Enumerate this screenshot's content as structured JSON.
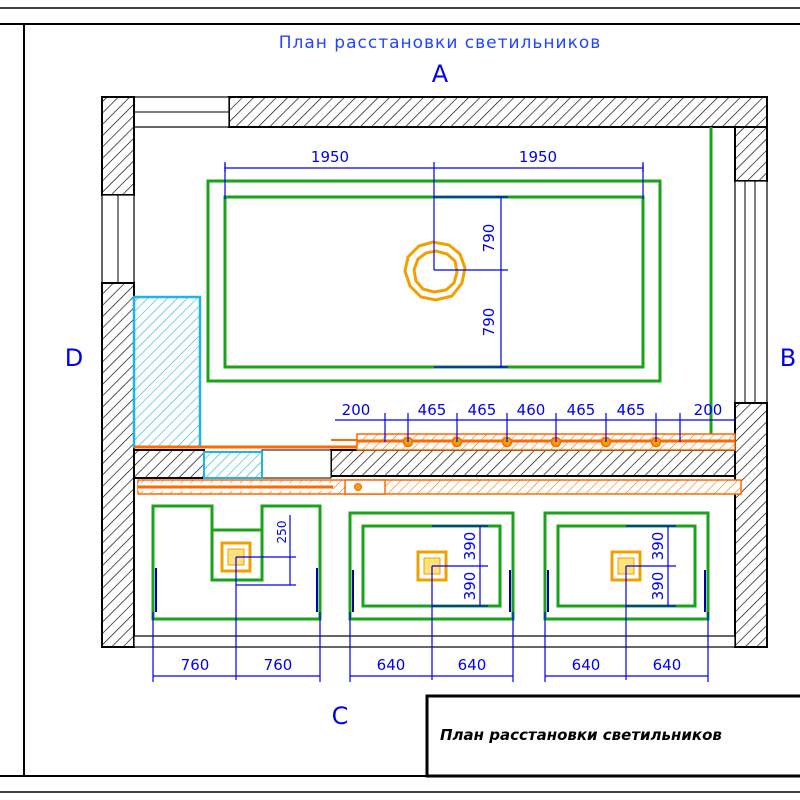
{
  "title": "План расстановки светильников",
  "stamp_text": "План расстановки светильников",
  "side_labels": {
    "a": "A",
    "b": "B",
    "c": "C",
    "d": "D"
  },
  "dimensions": {
    "top_left": "1950",
    "top_right": "1950",
    "vert_top": "790",
    "vert_bottom": "790",
    "strip": [
      "200",
      "465",
      "465",
      "460",
      "465",
      "465",
      "200"
    ],
    "room1_small": "250",
    "room2_upper": "390",
    "room2_lower": "390",
    "room3_upper": "390",
    "room3_lower": "390",
    "bottom_1": "760",
    "bottom_2": "760",
    "bottom_3": "640",
    "bottom_4": "640",
    "bottom_5": "640",
    "bottom_6": "640"
  },
  "colors": {
    "wall": "#000000",
    "ceiling": "#1aa31a",
    "dimension": "#0000ee",
    "light": "#f0a000",
    "strip": "#ff6a00",
    "glass": "#1eb4e6"
  }
}
